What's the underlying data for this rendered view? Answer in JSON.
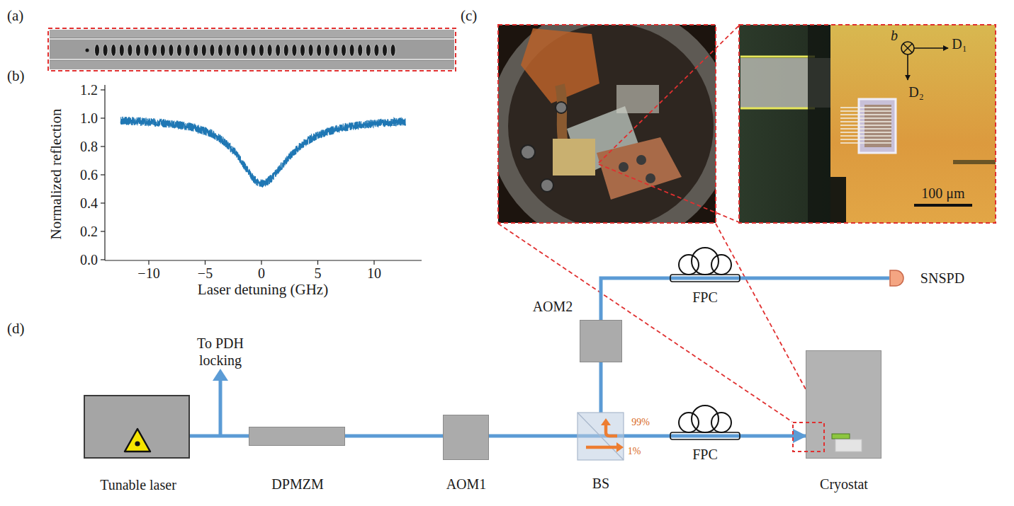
{
  "diagram": {
    "nodes": [
      {
        "text": [
          "Tunable laser"
        ]
      },
      {
        "text": [
          "DPMZM"
        ]
      },
      {
        "text": [
          "AOM1"
        ]
      },
      {
        "text": [
          "BS"
        ]
      },
      {
        "text": [
          "FPC"
        ]
      },
      {
        "text": [
          "Cryostat"
        ]
      },
      {
        "text": [
          "AOM2"
        ]
      },
      {
        "text": [
          "FPC"
        ]
      },
      {
        "text": [
          "SNSPD"
        ]
      }
    ],
    "edges": [
      {
        "from": 0,
        "to": 1,
        "arrow": "none"
      },
      {
        "from": 1,
        "to": 2,
        "arrow": "none"
      },
      {
        "from": 2,
        "to": 3,
        "arrow": "none"
      },
      {
        "from": 3,
        "to": 4,
        "arrow": "none"
      },
      {
        "from": 4,
        "to": 5,
        "arrow": "to"
      },
      {
        "from": 3,
        "to": 6,
        "arrow": "none"
      },
      {
        "from": 6,
        "to": 7,
        "arrow": "none"
      },
      {
        "from": 7,
        "to": 8,
        "arrow": "none"
      }
    ],
    "labels": [
      "(a)",
      "(b)",
      "(c)",
      "(d)",
      "Normalized reflection",
      "Laser detuning (GHz)",
      "0.0",
      "0.2",
      "0.4",
      "0.6",
      "0.8",
      "1.0",
      "1.2",
      "−10",
      "−5",
      "0",
      "5",
      "10",
      "b",
      "D₁",
      "D₂",
      "100 μm",
      "To PDH locking",
      "99%",
      "1%"
    ]
  }
}
